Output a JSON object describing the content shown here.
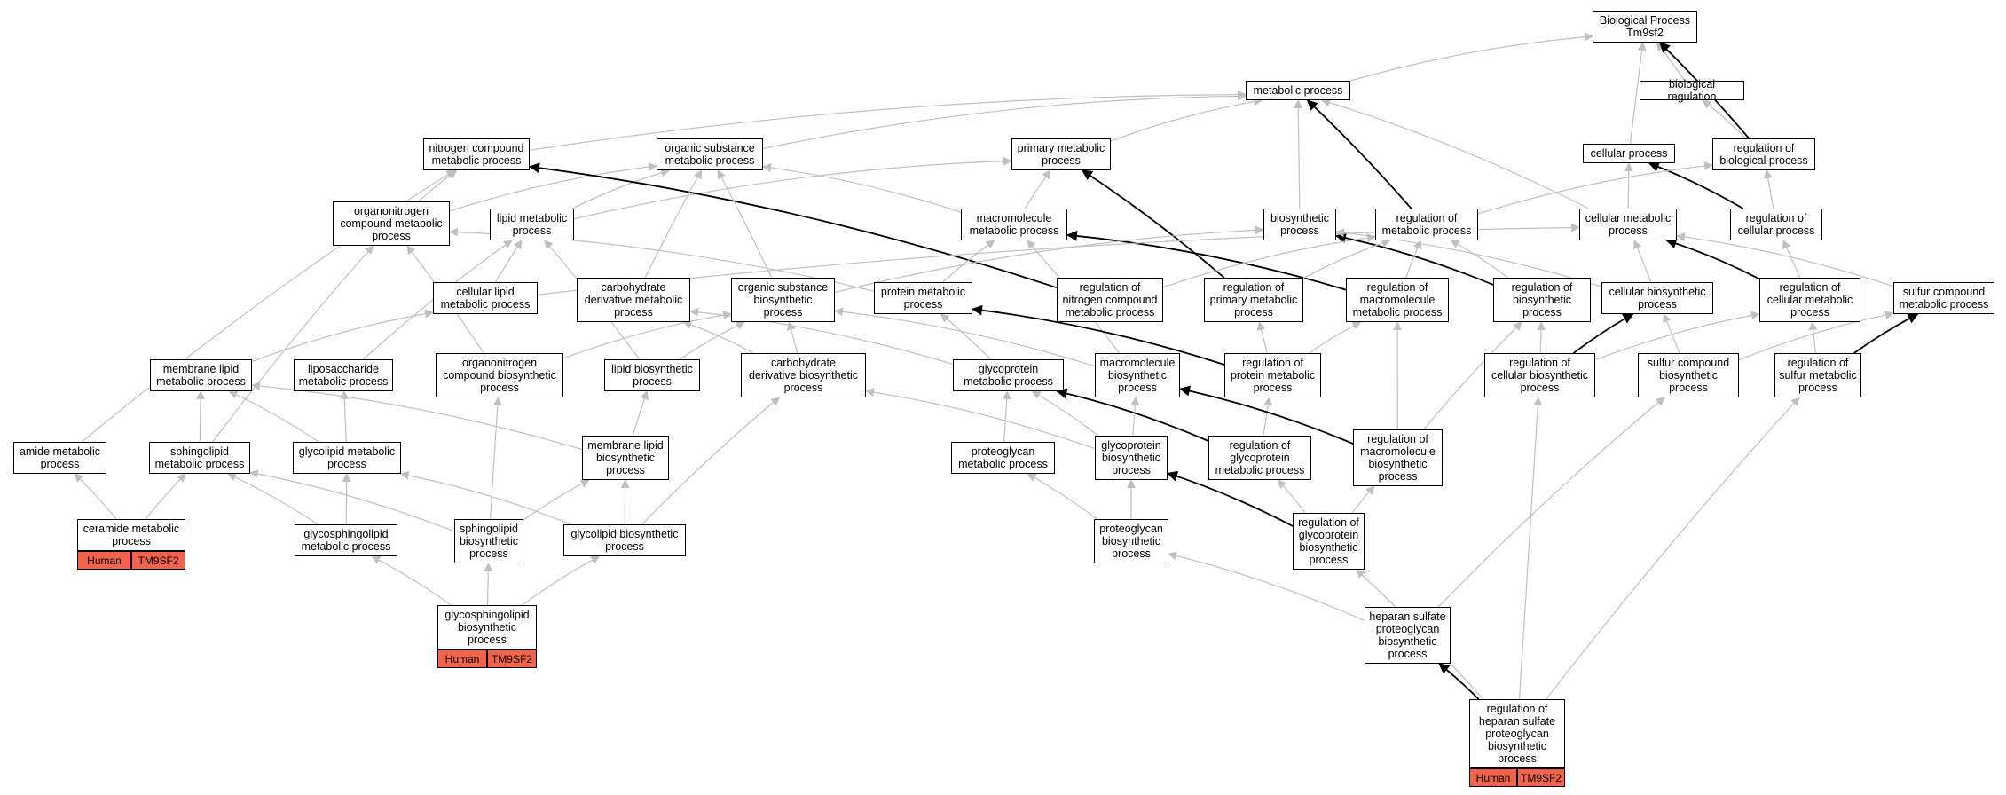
{
  "colors": {
    "edge_gray": "#c0c0c0",
    "edge_black": "#000000",
    "highlight": "#f2634b"
  },
  "nodes": {
    "bp": "Biological Process\nTm9sf2",
    "metabolic": "metabolic process",
    "bioreg": "biological regulation",
    "ncmp": "nitrogen compound\nmetabolic process",
    "osmp": "organic substance\nmetabolic process",
    "pmp": "primary metabolic\nprocess",
    "cellproc": "cellular process",
    "regbio": "regulation of\nbiological process",
    "oncmp": "organonitrogen\ncompound metabolic\nprocess",
    "lipidmp": "lipid metabolic\nprocess",
    "macromp": "macromolecule\nmetabolic process",
    "biosyn": "biosynthetic\nprocess",
    "regmet": "regulation of\nmetabolic process",
    "cellmet": "cellular metabolic\nprocess",
    "regcell": "regulation of\ncellular process",
    "celllipid": "cellular lipid\nmetabolic process",
    "carbderiv": "carbohydrate\nderivative metabolic\nprocess",
    "osbp": "organic substance\nbiosynthetic\nprocess",
    "protmp": "protein metabolic\nprocess",
    "regncmp": "regulation of\nnitrogen compound\nmetabolic process",
    "regpmp": "regulation of\nprimary metabolic\nprocess",
    "regmacromp": "regulation of\nmacromolecule\nmetabolic process",
    "regbiosyn": "regulation of\nbiosynthetic\nprocess",
    "cellbiosyn": "cellular biosynthetic\nprocess",
    "regcellmet": "regulation of\ncellular metabolic\nprocess",
    "sulfurmp": "sulfur compound\nmetabolic process",
    "memlipid": "membrane lipid\nmetabolic process",
    "liposacch": "liposaccharide\nmetabolic process",
    "oncbp": "organonitrogen\ncompound biosynthetic\nprocess",
    "lipidbp": "lipid biosynthetic\nprocess",
    "carbderivbp": "carbohydrate\nderivative biosynthetic\nprocess",
    "glycoprotmp": "glycoprotein\nmetabolic process",
    "macrobp": "macromolecule\nbiosynthetic\nprocess",
    "regprotmp": "regulation of\nprotein metabolic\nprocess",
    "regcellbiosyn": "regulation of\ncellular biosynthetic\nprocess",
    "sulfurbp": "sulfur compound\nbiosynthetic\nprocess",
    "regsulfur": "regulation of\nsulfur metabolic\nprocess",
    "amide": "amide metabolic\nprocess",
    "sphingomp": "sphingolipid\nmetabolic process",
    "glycolipmp": "glycolipid metabolic\nprocess",
    "memlipidbp": "membrane lipid\nbiosynthetic\nprocess",
    "proteoglycanmp": "proteoglycan\nmetabolic process",
    "glycoprotbp": "glycoprotein\nbiosynthetic\nprocess",
    "regglycoprotmp": "regulation of\nglycoprotein\nmetabolic process",
    "regmacrobp": "regulation of\nmacromolecule\nbiosynthetic\nprocess",
    "ceramide": "ceramide metabolic\nprocess",
    "gslmp": "glycosphingolipid\nmetabolic process",
    "sphingobp": "sphingolipid\nbiosynthetic\nprocess",
    "glycolipbp": "glycolipid biosynthetic\nprocess",
    "proteoglycanbp": "proteoglycan\nbiosynthetic\nprocess",
    "regglycoprotbp": "regulation of\nglycoprotein\nbiosynthetic\nprocess",
    "gslbp": "glycosphingolipid\nbiosynthetic\nprocess",
    "heparan": "heparan sulfate\nproteoglycan\nbiosynthetic\nprocess",
    "regheparan": "regulation of\nheparan sulfate\nproteoglycan\nbiosynthetic\nprocess"
  },
  "tags": {
    "ceramide": [
      "Human",
      "TM9SF2"
    ],
    "gslbp": [
      "Human",
      "TM9SF2"
    ],
    "regheparan": [
      "Human",
      "TM9SF2"
    ]
  }
}
